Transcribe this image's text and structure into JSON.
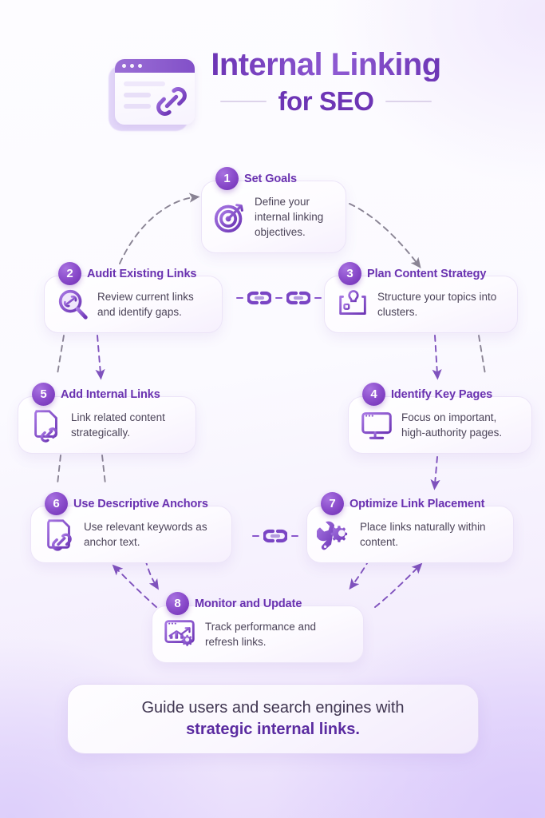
{
  "header": {
    "title_main": "Internal Linking",
    "title_sub": "for SEO",
    "logo_icon": "browser-window-link-icon"
  },
  "steps": [
    {
      "number": "1",
      "title": "Set Goals",
      "desc": "Define your internal linking objectives.",
      "icon": "target-icon"
    },
    {
      "number": "2",
      "title": "Audit Existing Links",
      "desc": "Review current links and identify gaps.",
      "icon": "magnifier-link-icon"
    },
    {
      "number": "3",
      "title": "Plan Content Strategy",
      "desc": "Structure your topics into clusters.",
      "icon": "laptop-lightbulb-icon"
    },
    {
      "number": "4",
      "title": "Identify Key Pages",
      "desc": "Focus on important, high-authority pages.",
      "icon": "desktop-monitor-icon"
    },
    {
      "number": "5",
      "title": "Add Internal Links",
      "desc": "Link related content strategically.",
      "icon": "document-link-icon"
    },
    {
      "number": "6",
      "title": "Use Descriptive Anchors",
      "desc": "Use relevant keywords as anchor text.",
      "icon": "document-anchor-link-icon"
    },
    {
      "number": "7",
      "title": "Optimize Link Placement",
      "desc": "Place links naturally within content.",
      "icon": "wrench-gear-icon"
    },
    {
      "number": "8",
      "title": "Monitor and Update",
      "desc": "Track performance and refresh links.",
      "icon": "analytics-chart-gear-icon"
    }
  ],
  "connectors": {
    "chain_icon": "chain-link-icon",
    "chain_group_2_3_count": 2,
    "chain_group_6_7_count": 1
  },
  "footer": {
    "line1": "Guide users and search engines with",
    "line2": "strategic internal links."
  },
  "colors": {
    "accent": "#6d35b5",
    "accent_light": "#9b6fd6",
    "badge": "#7a3cbd",
    "body_text": "#4c4459",
    "background": "#f7f2fd",
    "card_bg": "#fdfbff",
    "arrow": "#8a8494"
  }
}
